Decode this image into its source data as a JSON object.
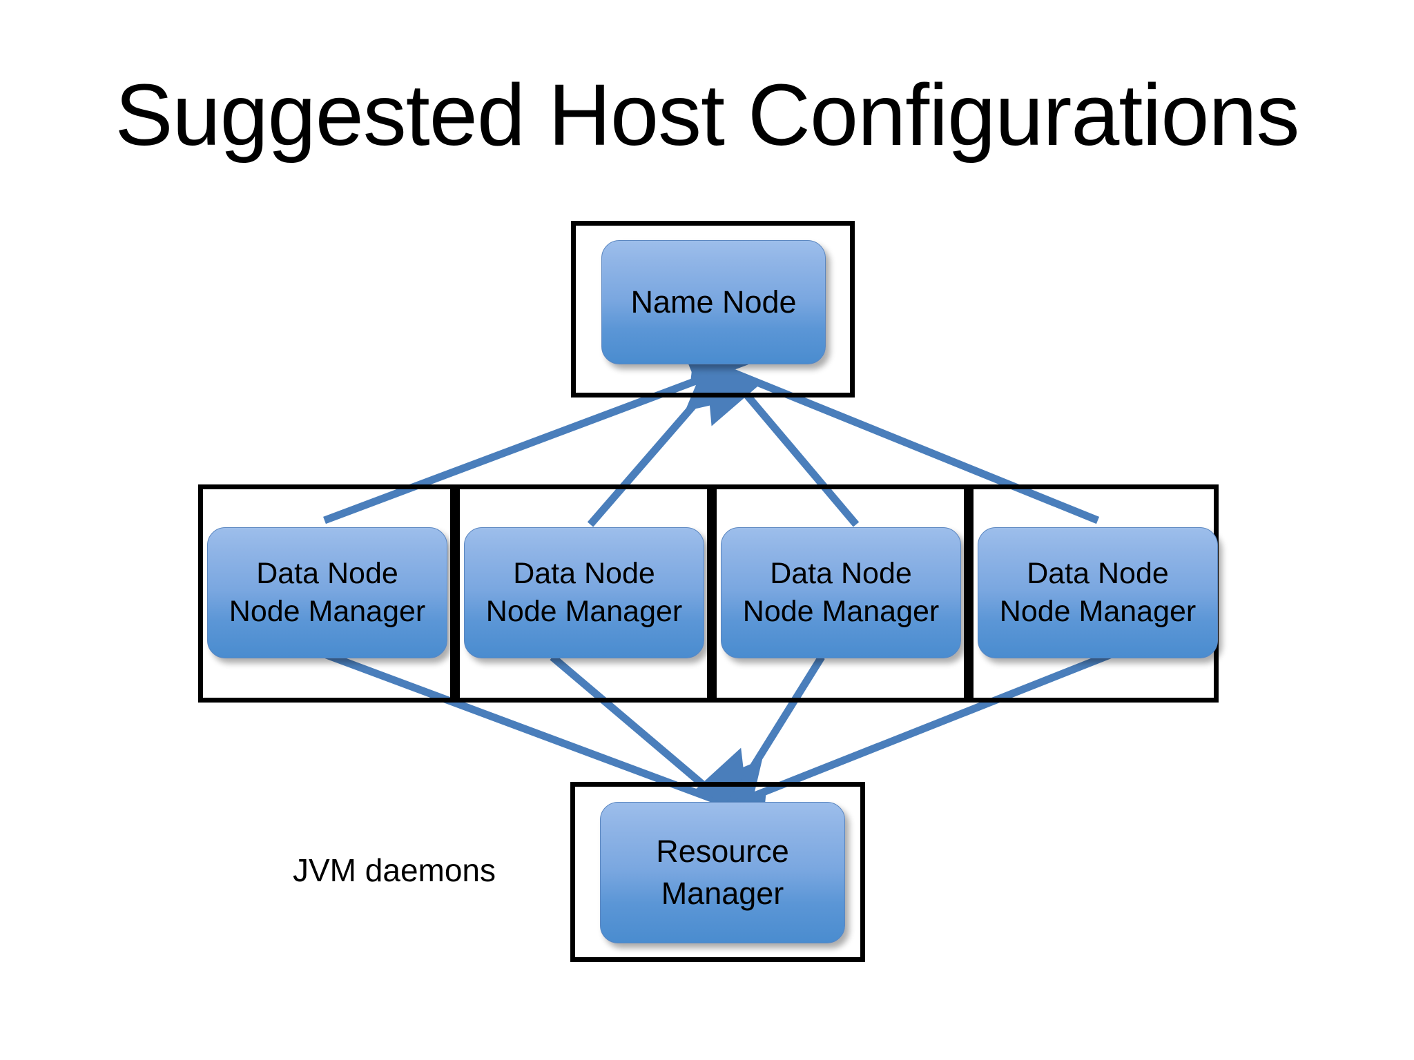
{
  "slide": {
    "title": "Suggested Host Configurations",
    "background_color": "#ffffff"
  },
  "colors": {
    "host_border": "#000000",
    "daemon_fill_top": "#9dbeeb",
    "daemon_fill_bottom": "#4a8ccf",
    "daemon_border": "#5a86c0",
    "connector": "#4a7ebb",
    "text": "#000000"
  },
  "diagram": {
    "type": "node-topology",
    "caption": "JVM daemons",
    "name_node": {
      "host_label": "",
      "daemon_label": "Name Node"
    },
    "data_nodes": [
      {
        "line1": "Data Node",
        "line2": "Node Manager"
      },
      {
        "line1": "Data Node",
        "line2": "Node Manager"
      },
      {
        "line1": "Data Node",
        "line2": "Node Manager"
      },
      {
        "line1": "Data Node",
        "line2": "Node Manager"
      }
    ],
    "resource_manager": {
      "line1": "Resource",
      "line2": "Manager"
    },
    "connections": {
      "to_name_node": [
        "data-node-1 -> name-node",
        "data-node-2 -> name-node",
        "data-node-3 -> name-node",
        "data-node-4 -> name-node"
      ],
      "to_resource_manager": [
        "data-node-1 -> resource-manager",
        "data-node-2 -> resource-manager",
        "data-node-3 -> resource-manager",
        "data-node-4 -> resource-manager"
      ]
    }
  }
}
